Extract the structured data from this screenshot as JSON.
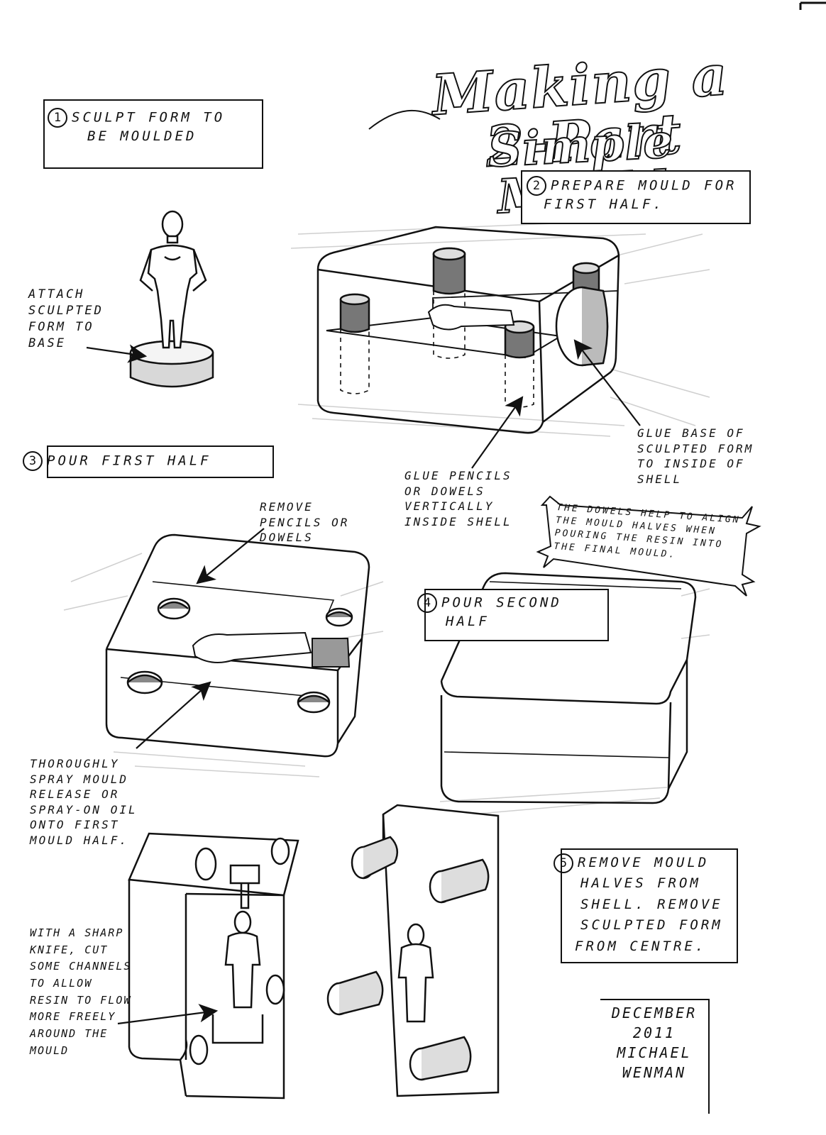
{
  "title": {
    "line1": "Making a 2-Part",
    "line2": "Simple Mould"
  },
  "steps": [
    {
      "number": "1",
      "lines": [
        "Sculpt form to",
        "be moulded"
      ]
    },
    {
      "number": "2",
      "lines": [
        "Prepare mould for",
        "first half."
      ]
    },
    {
      "number": "3",
      "lines": [
        "Pour first half"
      ]
    },
    {
      "number": "4",
      "lines": [
        "Pour second",
        "half"
      ]
    },
    {
      "number": "5",
      "lines": [
        "Remove mould",
        "halves from",
        "shell. Remove",
        "sculpted form",
        "from centre."
      ]
    }
  ],
  "annotations": {
    "attach": [
      "Attach",
      "sculpted",
      "form to",
      "base"
    ],
    "glue_base": [
      "Glue base of",
      "sculpted form",
      "to inside of",
      "shell"
    ],
    "glue_pencils": [
      "Glue pencils",
      "or dowels",
      "vertically",
      "inside shell"
    ],
    "dowels_note": [
      "The dowels help to align",
      "the mould halves when",
      "pouring the resin into",
      "the final mould."
    ],
    "remove_pencils": [
      "Remove",
      "pencils or",
      "dowels"
    ],
    "spray": [
      "Thoroughly",
      "spray mould",
      "release or",
      "spray-on oil",
      "onto first",
      "mould half."
    ],
    "channels": [
      "With a sharp",
      "knife, cut",
      "some channels",
      "to allow",
      "resin to flow",
      "more freely",
      "around the",
      "mould"
    ]
  },
  "signature": {
    "date_lines": [
      "December",
      "2011"
    ],
    "name_lines": [
      "Michael",
      "Wenman"
    ]
  }
}
